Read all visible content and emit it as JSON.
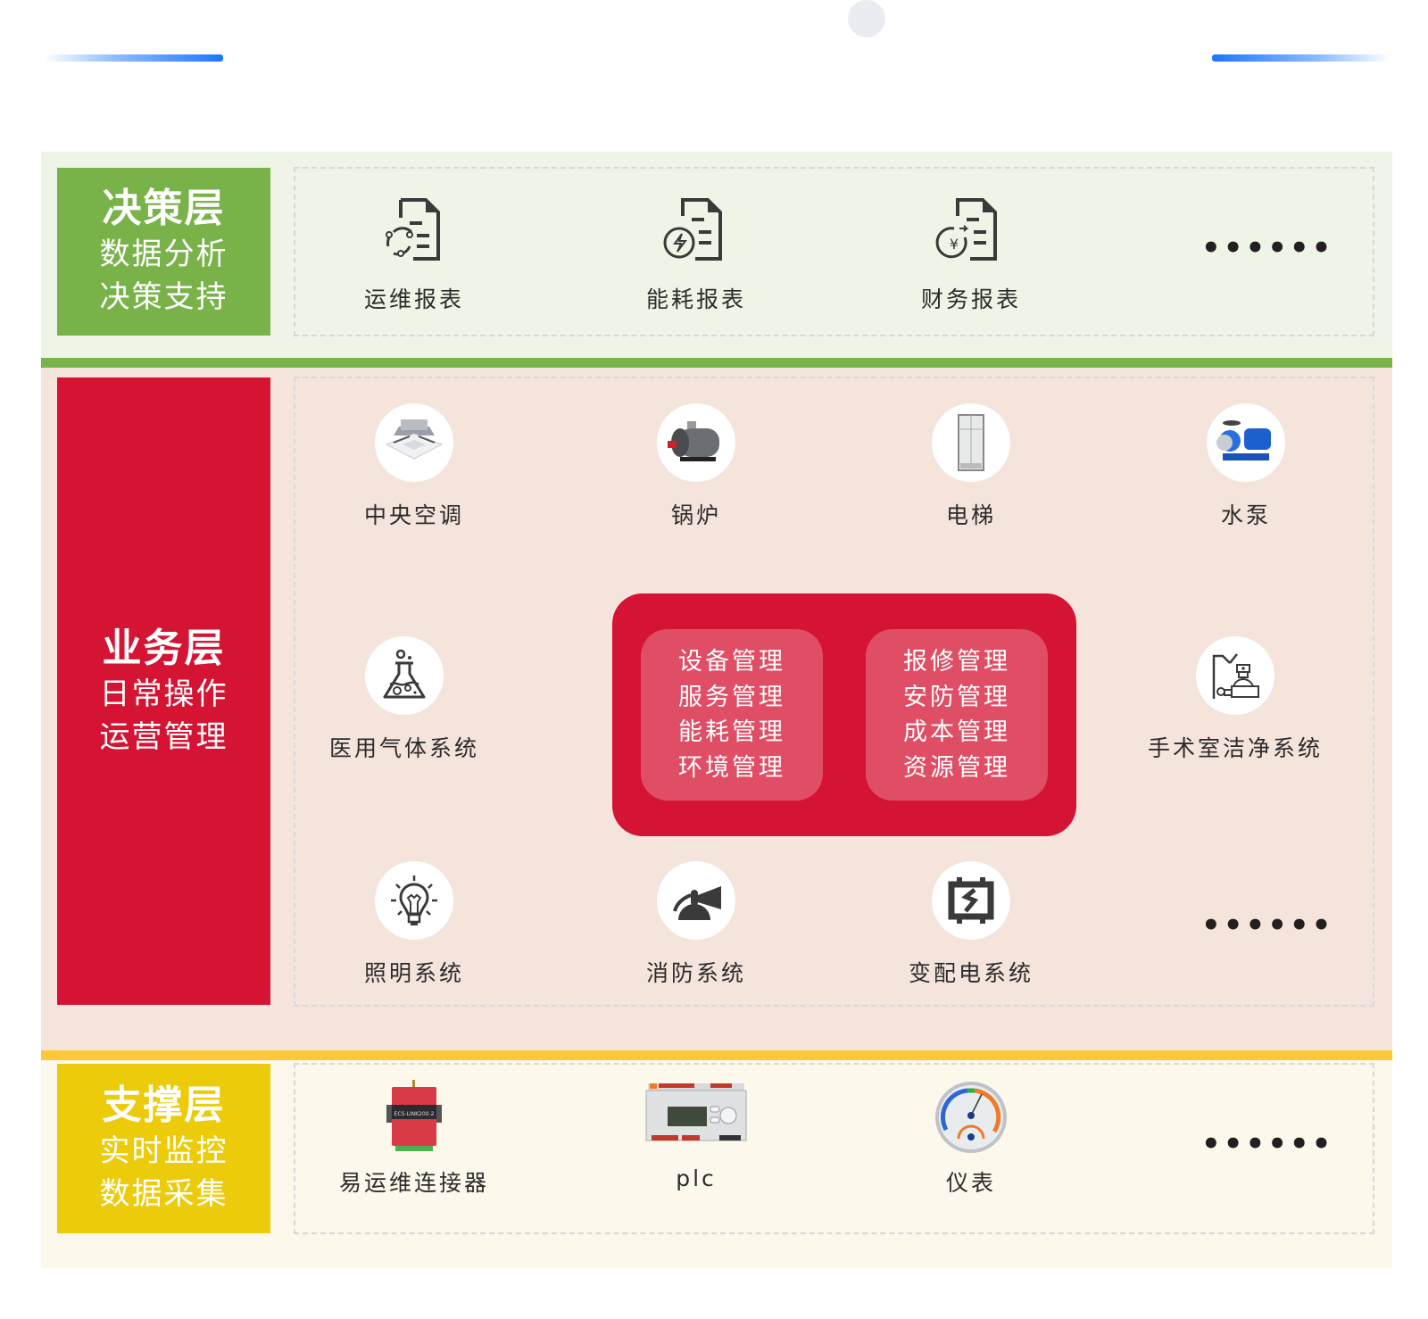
{
  "decoration": {
    "accent_color": "#1c76ff"
  },
  "decision_layer": {
    "title": "决策层",
    "subtitle_1": "数据分析",
    "subtitle_2": "决策支持",
    "color": "#7ab24a",
    "items": [
      {
        "label": "运维报表",
        "icon": "ops-report-icon"
      },
      {
        "label": "能耗报表",
        "icon": "energy-report-icon"
      },
      {
        "label": "财务报表",
        "icon": "finance-report-icon"
      }
    ],
    "more": "••••••"
  },
  "business_layer": {
    "title": "业务层",
    "subtitle_1": "日常操作",
    "subtitle_2": "运营管理",
    "color": "#d51333",
    "top_items": [
      {
        "label": "中央空调",
        "icon": "air-conditioner-icon"
      },
      {
        "label": "锅炉",
        "icon": "boiler-icon"
      },
      {
        "label": "电梯",
        "icon": "elevator-icon"
      },
      {
        "label": "水泵",
        "icon": "water-pump-icon"
      }
    ],
    "mid_left": {
      "label": "医用气体系统",
      "icon": "flask-icon"
    },
    "mid_right": {
      "label": "手术室洁净系统",
      "icon": "operating-room-icon"
    },
    "bottom_items": [
      {
        "label": "照明系统",
        "icon": "lightbulb-icon"
      },
      {
        "label": "消防系统",
        "icon": "fire-alarm-icon"
      },
      {
        "label": "变配电系统",
        "icon": "power-distribution-icon"
      }
    ],
    "more": "••••••",
    "core": {
      "left": [
        "设备管理",
        "服务管理",
        "能耗管理",
        "环境管理"
      ],
      "right": [
        "报修管理",
        "安防管理",
        "成本管理",
        "资源管理"
      ]
    }
  },
  "support_layer": {
    "title": "支撑层",
    "subtitle_1": "实时监控",
    "subtitle_2": "数据采集",
    "color": "#eccb0a",
    "items": [
      {
        "label": "易运维连接器",
        "icon": "connector-device-icon"
      },
      {
        "label": "plc",
        "icon": "plc-device-icon"
      },
      {
        "label": "仪表",
        "icon": "gauge-meter-icon"
      }
    ],
    "more": "••••••"
  }
}
